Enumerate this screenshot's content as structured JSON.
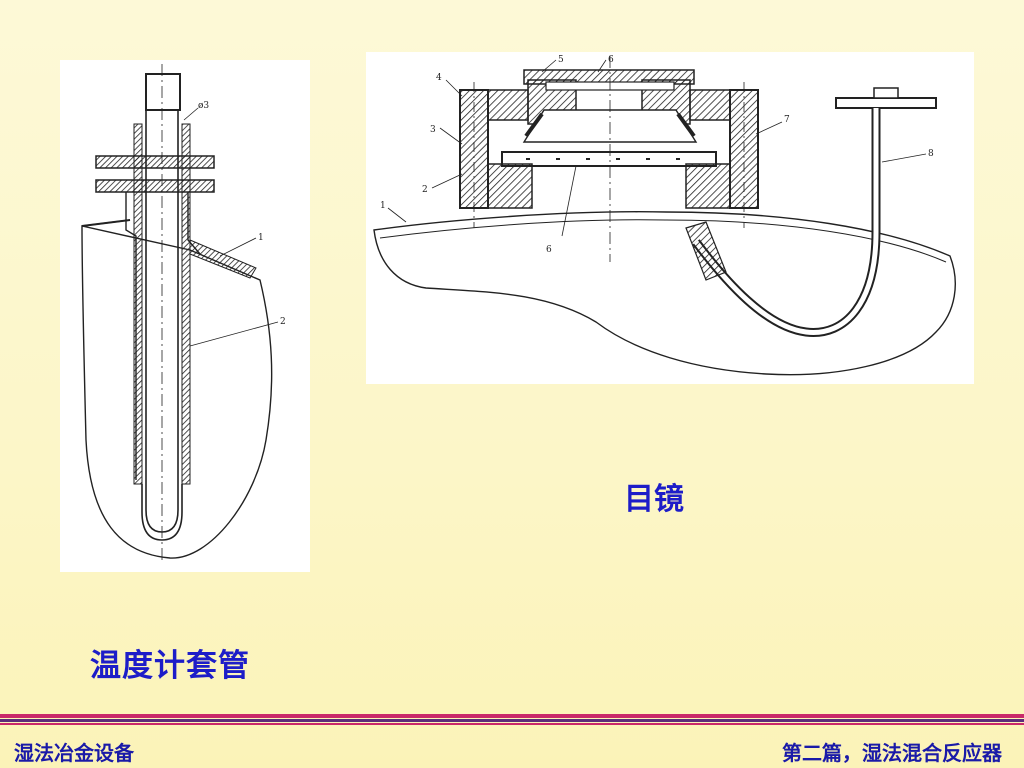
{
  "figures": {
    "thermowell": {
      "caption": "温度计套管",
      "part_labels": [
        "ø3",
        "1",
        "2"
      ]
    },
    "sight_glass": {
      "caption": "目镜",
      "part_labels": [
        "5",
        "6",
        "4",
        "3",
        "7",
        "2",
        "1",
        "6",
        "8"
      ]
    }
  },
  "footer": {
    "left": "湿法冶金设备",
    "right": "第二篇，湿法混合反应器"
  }
}
